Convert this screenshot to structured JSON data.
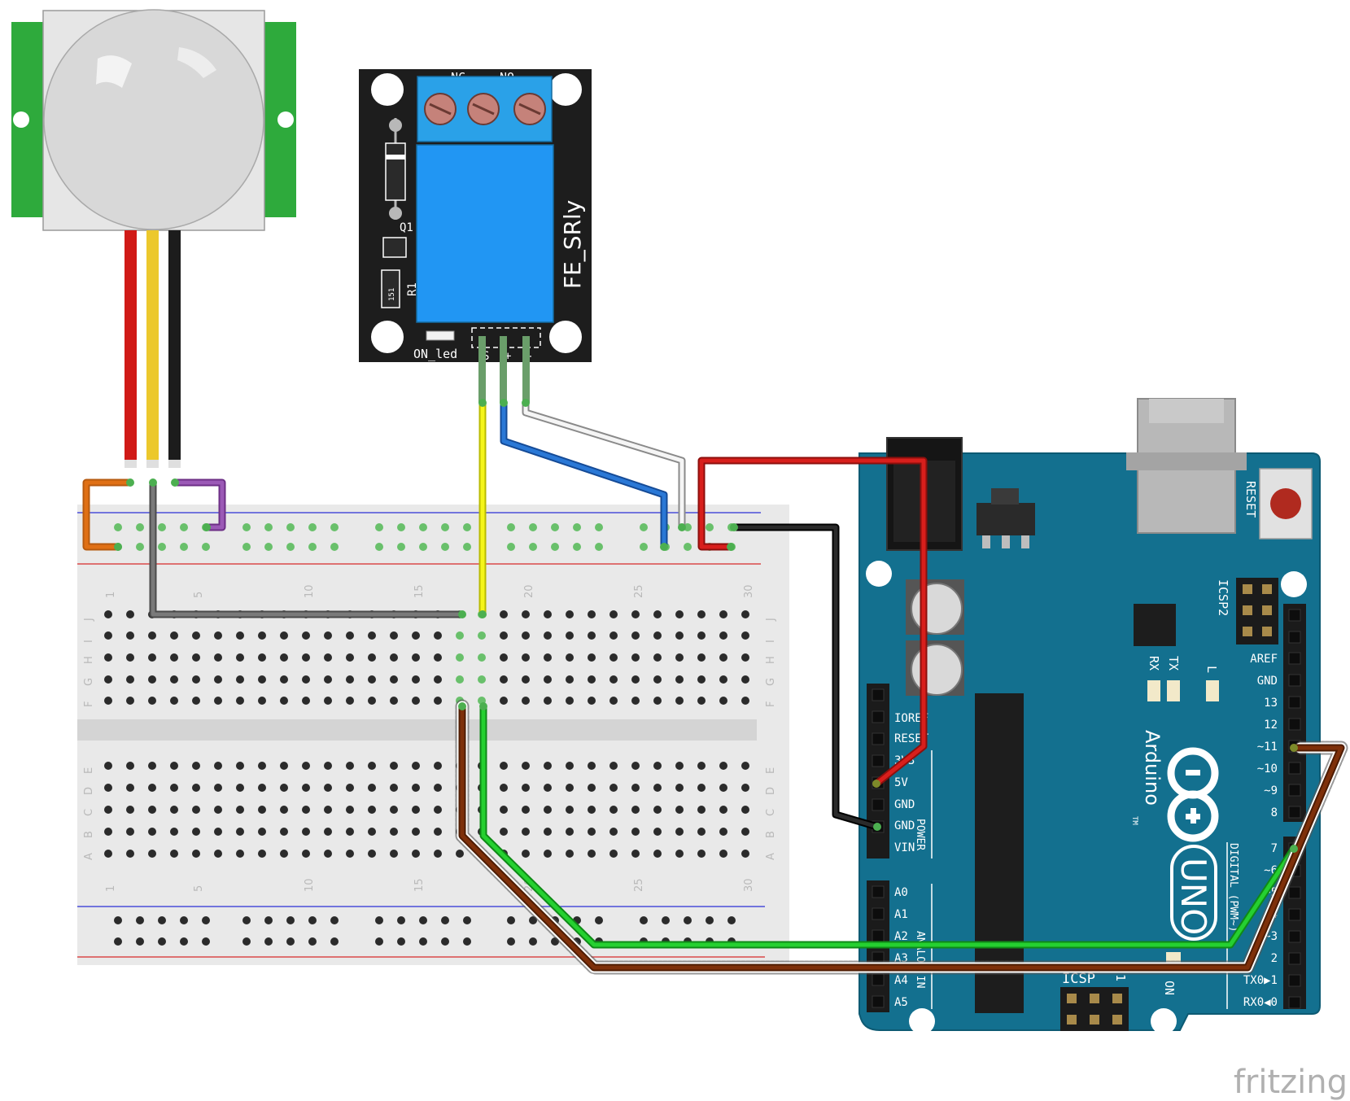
{
  "relay": {
    "name": "FE_SRly",
    "terminal_labels": [
      "NC",
      "NO"
    ],
    "q_label": "Q1",
    "r_label": "R1",
    "resistor_code": "151",
    "led_label": "ON_led",
    "pin_labels": [
      "S",
      "+",
      "-"
    ]
  },
  "breadboard": {
    "column_numbers": [
      "1",
      "5",
      "10",
      "15",
      "20",
      "25",
      "30"
    ],
    "row_letters_top": [
      "J",
      "I",
      "H",
      "G",
      "F"
    ],
    "row_letters_bottom": [
      "E",
      "D",
      "C",
      "B",
      "A"
    ]
  },
  "arduino": {
    "brand": "Arduino",
    "model": "UNO",
    "tm": "TM",
    "reset_label": "RESET",
    "icsp2_label": "ICSP2",
    "icsp_label": "ICSP",
    "icsp_pin1": "1",
    "on_label": "ON",
    "led_labels": [
      "RX",
      "TX",
      "L"
    ],
    "digital_label": "DIGITAL (PWM~)",
    "power_label": "POWER",
    "analog_label": "ANALOG IN",
    "power_pins": [
      "IOREF",
      "RESET",
      "3V3",
      "5V",
      "GND",
      "GND",
      "VIN"
    ],
    "analog_pins": [
      "A0",
      "A1",
      "A2",
      "A3",
      "A4",
      "A5"
    ],
    "digital_pins_upper": [
      "AREF",
      "GND",
      "13",
      "12",
      "~11",
      "~10",
      "~9",
      "8"
    ],
    "digital_pins_lower": [
      "7",
      "~6",
      "~5",
      "4",
      "~3",
      "2",
      "TX0▶1",
      "RX0◀0"
    ]
  },
  "watermark": "fritzing",
  "colors": {
    "board_blue": "#13708f",
    "relay_black": "#1d1d1d",
    "relay_blue": "#2196f3",
    "pir_green": "#2eaa3c",
    "wire_red": "#d01a17",
    "wire_yellow": "#ecc82c",
    "wire_black": "#1c1c1c",
    "wire_green": "#1fc22b",
    "wire_brown": "#7a2d05",
    "wire_blue": "#2064c8",
    "wire_gray": "#6b6b6b",
    "wire_orange": "#e07015",
    "wire_purple": "#8e44ad",
    "wire_white": "#f2f2f2"
  }
}
